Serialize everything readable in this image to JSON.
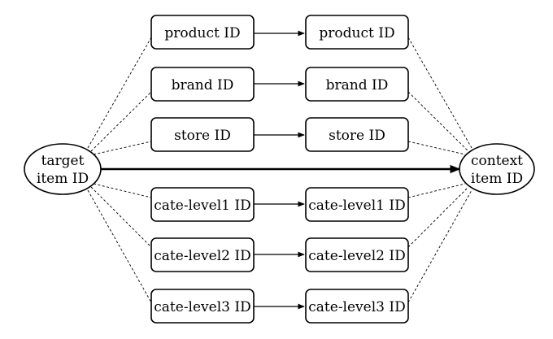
{
  "target": [
    "target",
    "item ID"
  ],
  "context": [
    "context",
    "item ID"
  ],
  "rows": [
    {
      "left": "product ID",
      "right": "product ID"
    },
    {
      "left": "brand ID",
      "right": "brand ID"
    },
    {
      "left": "store ID",
      "right": "store ID"
    },
    {
      "left": "cate-level1 ID",
      "right": "cate-level1 ID"
    },
    {
      "left": "cate-level2 ID",
      "right": "cate-level2 ID"
    },
    {
      "left": "cate-level3 ID",
      "right": "cate-level3 ID"
    }
  ]
}
